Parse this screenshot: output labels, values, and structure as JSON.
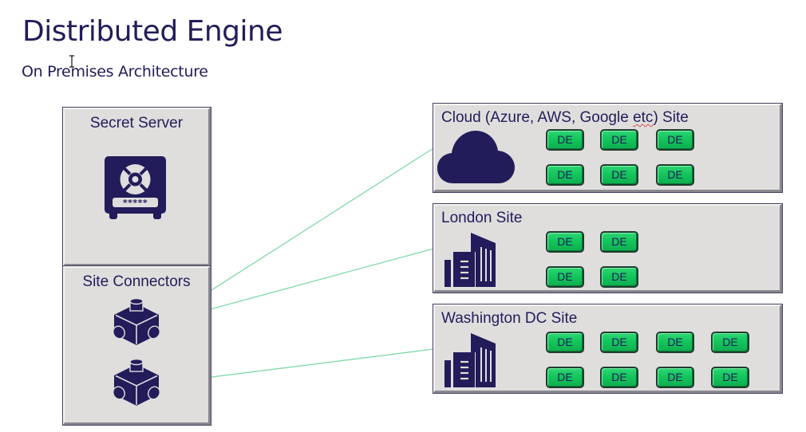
{
  "header": {
    "title": "Distributed Engine",
    "subtitle": "On Premises Architecture"
  },
  "colors": {
    "brand_navy": "#221c5a",
    "de_green": "#13c65c",
    "panel_gray": "#dfdedd",
    "connector_line": "#7fd9a8"
  },
  "left_panels": {
    "secret_server": {
      "label": "Secret Server",
      "icon": "safe-icon"
    },
    "site_connectors": {
      "label": "Site Connectors",
      "icon": "cube-connector-icon",
      "connector_count": 2
    }
  },
  "sites": [
    {
      "label_parts": [
        "Cloud (Azure, AWS, Google ",
        "etc",
        ") Site"
      ],
      "icon": "cloud-icon",
      "engines": [
        "DE",
        "DE",
        "DE",
        "DE",
        "DE",
        "DE"
      ],
      "engines_per_row": 3
    },
    {
      "label_parts": [
        "London Site",
        "",
        ""
      ],
      "icon": "building-icon",
      "engines": [
        "DE",
        "DE",
        "DE",
        "DE"
      ],
      "engines_per_row": 2
    },
    {
      "label_parts": [
        "Washington DC Site",
        "",
        ""
      ],
      "icon": "building-icon",
      "engines": [
        "DE",
        "DE",
        "DE",
        "DE",
        "DE",
        "DE",
        "DE",
        "DE"
      ],
      "engines_per_row": 4
    }
  ],
  "connections": [
    {
      "from": "site-connector-1",
      "to": "Cloud (Azure, AWS, Google etc) Site"
    },
    {
      "from": "site-connector-1",
      "to": "London Site"
    },
    {
      "from": "site-connector-2",
      "to": "Washington DC Site"
    }
  ]
}
